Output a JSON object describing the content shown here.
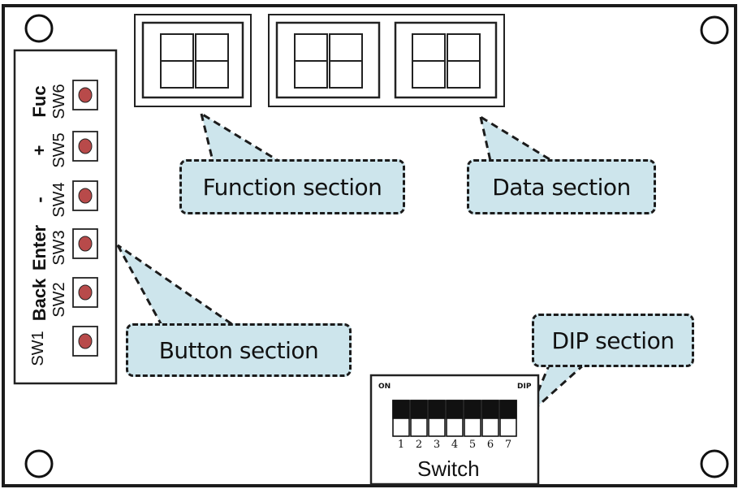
{
  "buttons": [
    {
      "name": "Fuc",
      "id": "SW6"
    },
    {
      "name": "+",
      "id": "SW5"
    },
    {
      "name": "-",
      "id": "SW4"
    },
    {
      "name": "Enter",
      "id": "SW3"
    },
    {
      "name": "Back",
      "id": "SW2"
    },
    {
      "name": "",
      "id": "SW1"
    }
  ],
  "callouts": {
    "function": "Function section",
    "data": "Data section",
    "button": "Button section",
    "dip": "DIP section"
  },
  "dip": {
    "on_label": "ON",
    "dip_label": "DIP",
    "numbers": [
      "1",
      "2",
      "3",
      "4",
      "5",
      "6",
      "7"
    ],
    "switch_label": "Switch"
  },
  "colors": {
    "callout_fill": "#cde5ec",
    "button_led": "#b84a4a",
    "outline": "#1b1b1b"
  }
}
